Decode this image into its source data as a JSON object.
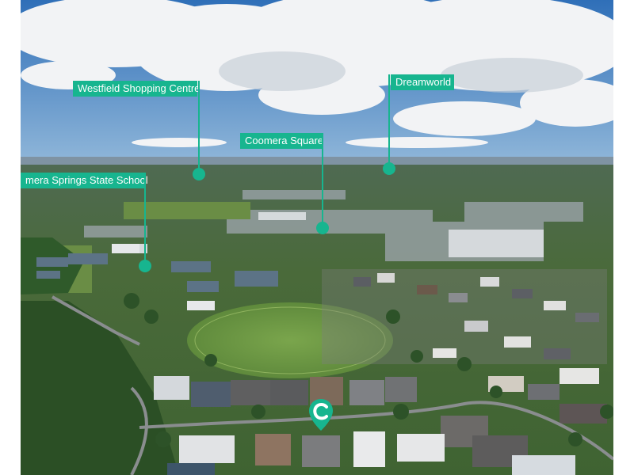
{
  "labels": {
    "westfield": "Westfield Shopping Centre",
    "dreamworld": "Dreamworld",
    "coomera_square": "Coomera Square",
    "school": "mera Springs State School"
  },
  "colors": {
    "marker": "#17b58f",
    "sky": "#3a86c8",
    "vegetation": "#2f5a2a",
    "oval": "#6f9a45"
  },
  "icons": {
    "location_pin": "location-pin-icon"
  }
}
